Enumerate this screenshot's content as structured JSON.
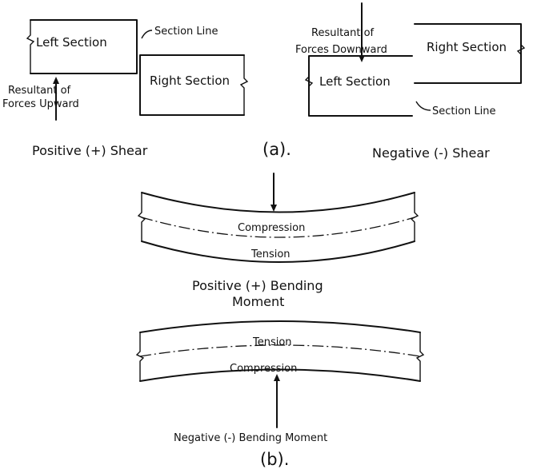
{
  "part_a": {
    "positive": {
      "left_section": "Left Section",
      "right_section": "Right Section",
      "section_line": "Section Line",
      "resultant_line1": "Resultant of",
      "resultant_line2": "Forces Upward",
      "caption": "Positive (+) Shear"
    },
    "negative": {
      "left_section": "Left Section",
      "right_section": "Right Section",
      "section_line": "Section Line",
      "resultant_line1": "Resultant of",
      "resultant_line2": "Forces Downward",
      "caption": "Negative (-) Shear"
    },
    "label": "(a)."
  },
  "part_b": {
    "positive": {
      "top_zone": "Compression",
      "bottom_zone": "Tension",
      "caption_line1": "Positive (+) Bending",
      "caption_line2": "Moment"
    },
    "negative": {
      "top_zone": "Tension",
      "bottom_zone": "Compression",
      "caption": "Negative (-) Bending Moment"
    },
    "label": "(b)."
  }
}
